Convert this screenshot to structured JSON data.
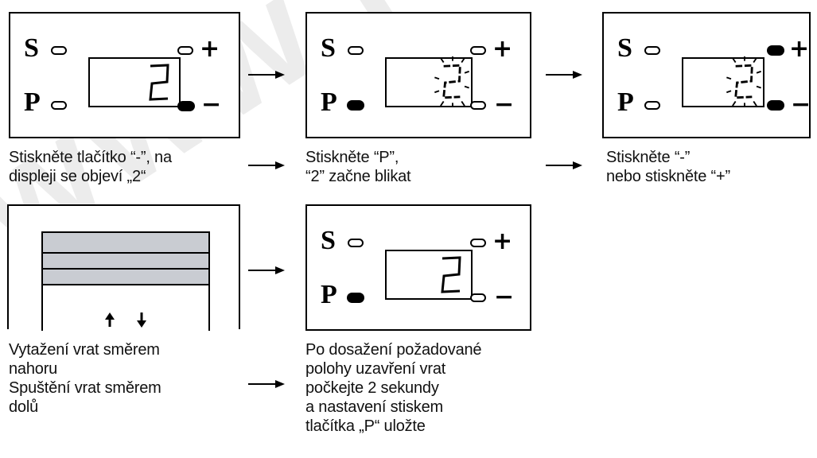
{
  "labels": {
    "s": "S",
    "p": "P",
    "plus": "+",
    "minus": "−"
  },
  "watermark": {
    "text": "www.kovo",
    "color": "#e6e6e6"
  },
  "colors": {
    "ink": "#000000",
    "slat": "#c9ccd2"
  },
  "steps": [
    {
      "digit": "2",
      "blinking": false,
      "led_p": "off",
      "led_plus": "off",
      "led_minus": "on",
      "caption": [
        "Stiskněte tlačítko “-”, na",
        "displeji se objeví „2“"
      ]
    },
    {
      "digit": "2",
      "blinking": true,
      "led_p": "on",
      "led_plus": "off",
      "led_minus": "off",
      "caption": [
        "Stiskněte “P”,",
        "“2” začne blikat"
      ]
    },
    {
      "digit": "2",
      "blinking": true,
      "led_p": "off",
      "led_plus": "on",
      "led_minus": "on",
      "caption": [
        "Stiskněte “-”",
        "nebo stiskněte “+”"
      ]
    },
    {
      "type": "door",
      "caption": [
        "Vytažení vrat směrem",
        "nahoru",
        "Spuštění vrat směrem",
        "dolů"
      ]
    },
    {
      "digit": "2",
      "blinking": false,
      "led_p": "on",
      "led_plus": "off",
      "led_minus": "off",
      "caption": [
        "Po dosažení požadované",
        "polohy uzavření vrat",
        "počkejte 2 sekundy",
        "a nastavení stiskem",
        "tlačítka „P“ uložte"
      ]
    }
  ]
}
